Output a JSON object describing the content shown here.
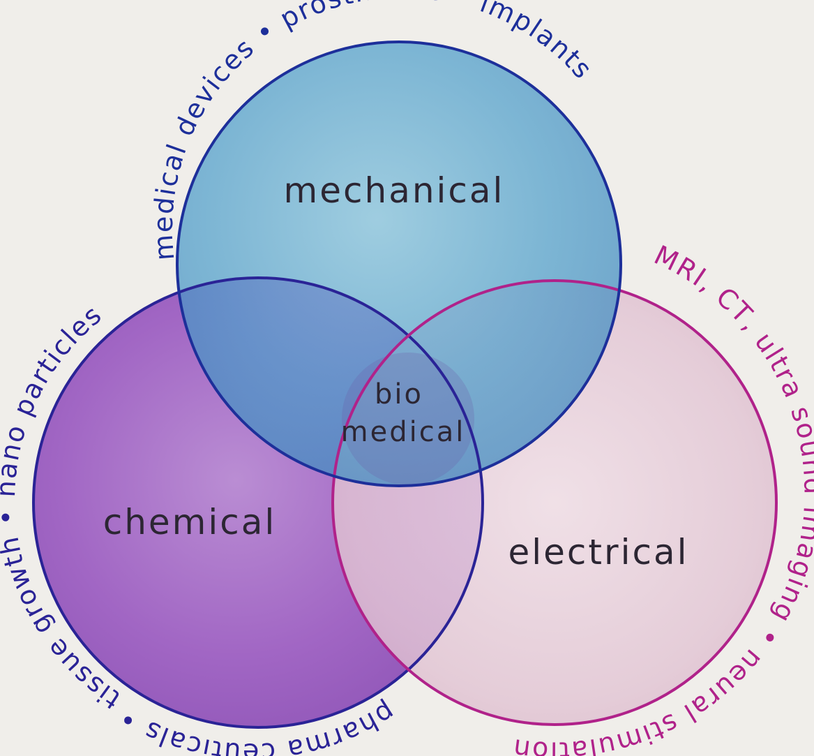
{
  "circles": {
    "mechanical": {
      "label": "mechanical",
      "fill": "#4a9cc9",
      "stroke": "#1d2f9a"
    },
    "chemical": {
      "label": "chemical",
      "fill": "#9b5bc0",
      "stroke": "#2a2396"
    },
    "electrical": {
      "label": "electrical",
      "fill": "#e3c8d6",
      "stroke": "#b0228a"
    }
  },
  "center": {
    "line1": "bio",
    "line2": "medical"
  },
  "outer_text": {
    "top": "medical devices • prosthetics • implants",
    "left": "tissue growth • nano particles",
    "bottom_left": "pharma ceuticals •",
    "right": "MRI, CT, ultra sound imaging • neural stimulation"
  },
  "colors": {
    "background": "#f0eeea",
    "label_text": "#2c2633",
    "blue_ink": "#1d2f9a",
    "magenta_ink": "#b0228a"
  }
}
